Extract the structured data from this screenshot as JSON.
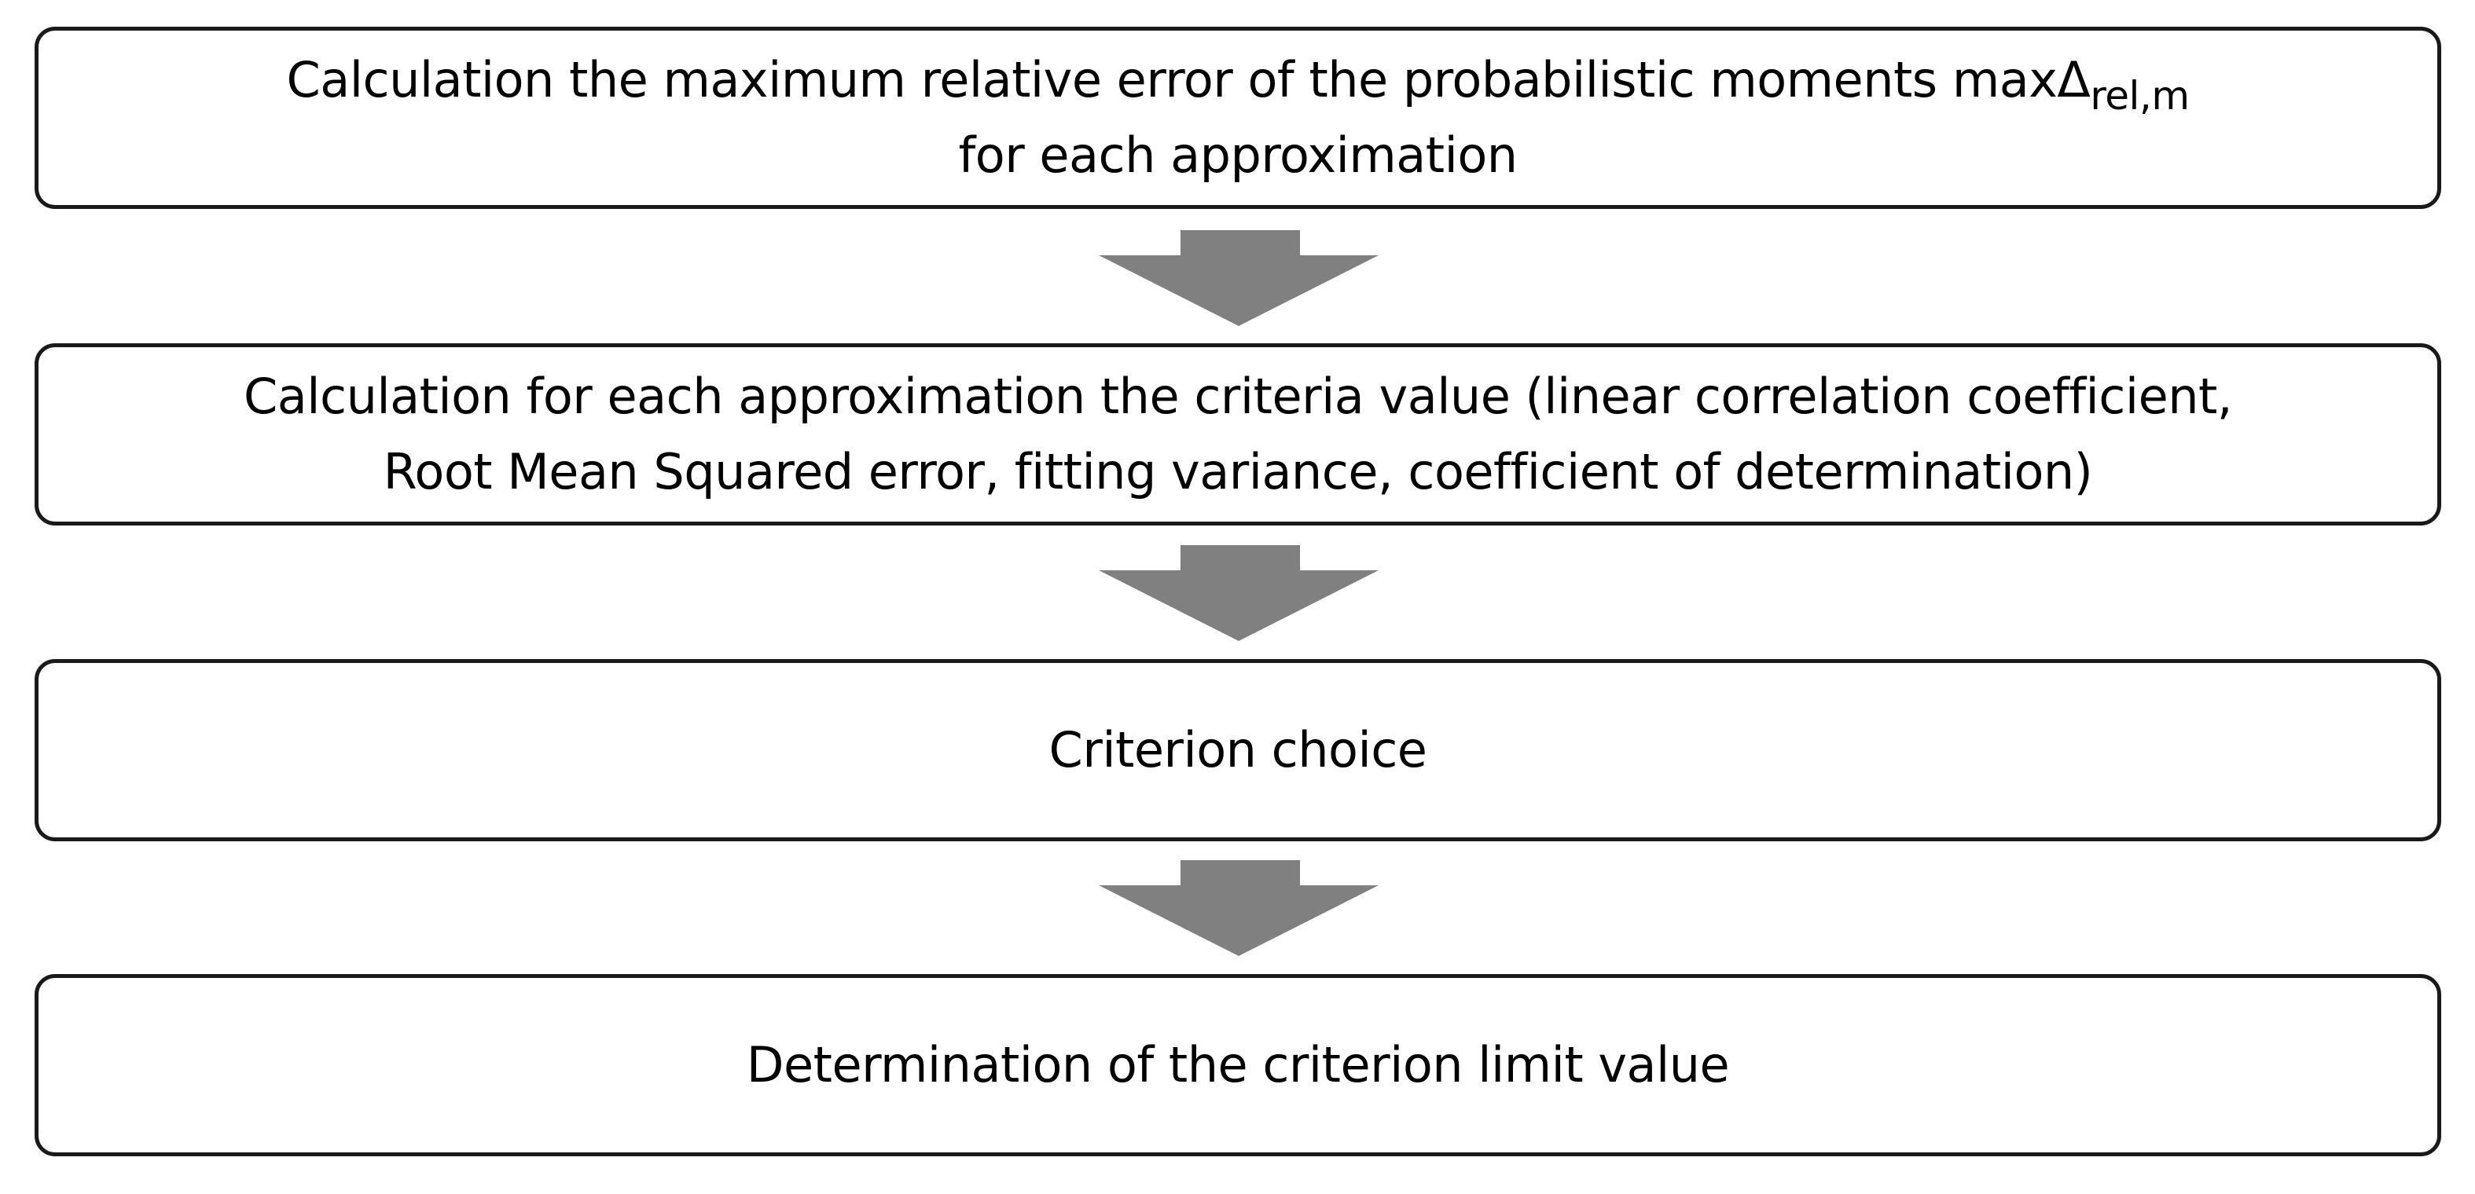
{
  "colors": {
    "box_border": "#1a1a1a",
    "arrow_fill": "#808080",
    "background": "#ffffff",
    "text": "#000000"
  },
  "steps": [
    {
      "line1_main": "Calculation the maximum relative error of the probabilistic moments maxΔ",
      "line1_subscript": "rel,m",
      "line2": "for each approximation"
    },
    {
      "line1": "Calculation for each approximation the criteria value (linear correlation coefficient,",
      "line2": "Root Mean Squared error, fitting variance, coefficient of determination)"
    },
    {
      "line1": "Criterion choice"
    },
    {
      "line1": "Determination of the criterion limit value"
    }
  ],
  "arrows": [
    {
      "icon": "down-arrow-icon"
    },
    {
      "icon": "down-arrow-icon"
    },
    {
      "icon": "down-arrow-icon"
    }
  ]
}
